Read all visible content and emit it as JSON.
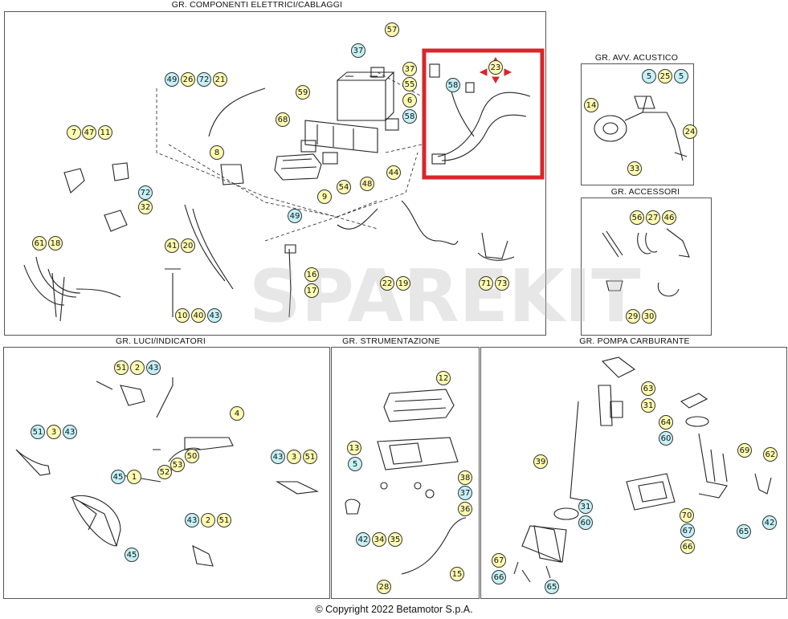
{
  "panels": {
    "electric": "GR. COMPONENTI ELETTRICI/CABLAGGI",
    "horn": "GR. AVV. ACUSTICO",
    "accessories": "GR. ACCESSORI",
    "fuelpump": "GR. POMPA CARBURANTE",
    "lights": "GR. LUCI/INDICATORI",
    "instruments": "GR. STRUMENTAZIONE"
  },
  "footer": "© Copyright 2022 Betamotor S.p.A.",
  "colors": {
    "yellow_badge": "#fffbb0",
    "cyan_badge": "#c5f1f6",
    "highlight": "#d8262b"
  },
  "callouts": {
    "electric": [
      {
        "id": "49",
        "t": "cyan"
      },
      {
        "id": "26",
        "t": "yellow"
      },
      {
        "id": "72",
        "t": "cyan"
      },
      {
        "id": "21",
        "t": "yellow"
      },
      {
        "id": "7",
        "t": "yellow"
      },
      {
        "id": "47",
        "t": "yellow"
      },
      {
        "id": "11",
        "t": "yellow"
      },
      {
        "id": "72",
        "t": "cyan"
      },
      {
        "id": "32",
        "t": "yellow"
      },
      {
        "id": "61",
        "t": "yellow"
      },
      {
        "id": "18",
        "t": "yellow"
      },
      {
        "id": "8",
        "t": "yellow"
      },
      {
        "id": "41",
        "t": "yellow"
      },
      {
        "id": "20",
        "t": "yellow"
      },
      {
        "id": "10",
        "t": "yellow"
      },
      {
        "id": "40",
        "t": "yellow"
      },
      {
        "id": "43",
        "t": "cyan"
      },
      {
        "id": "37",
        "t": "cyan"
      },
      {
        "id": "57",
        "t": "yellow"
      },
      {
        "id": "37",
        "t": "yellow"
      },
      {
        "id": "55",
        "t": "yellow"
      },
      {
        "id": "6",
        "t": "yellow"
      },
      {
        "id": "58",
        "t": "cyan"
      },
      {
        "id": "59",
        "t": "yellow"
      },
      {
        "id": "68",
        "t": "yellow"
      },
      {
        "id": "9",
        "t": "yellow"
      },
      {
        "id": "54",
        "t": "yellow"
      },
      {
        "id": "48",
        "t": "yellow"
      },
      {
        "id": "49",
        "t": "cyan"
      },
      {
        "id": "44",
        "t": "yellow"
      },
      {
        "id": "16",
        "t": "yellow"
      },
      {
        "id": "17",
        "t": "yellow"
      },
      {
        "id": "22",
        "t": "yellow"
      },
      {
        "id": "19",
        "t": "yellow"
      },
      {
        "id": "71",
        "t": "yellow"
      },
      {
        "id": "73",
        "t": "yellow"
      },
      {
        "id": "58",
        "t": "cyan"
      },
      {
        "id": "23",
        "t": "yellow"
      }
    ],
    "horn": [
      {
        "id": "5",
        "t": "cyan"
      },
      {
        "id": "25",
        "t": "yellow"
      },
      {
        "id": "5",
        "t": "cyan"
      },
      {
        "id": "14",
        "t": "yellow"
      },
      {
        "id": "24",
        "t": "yellow"
      },
      {
        "id": "33",
        "t": "yellow"
      }
    ],
    "accessories": [
      {
        "id": "56",
        "t": "yellow"
      },
      {
        "id": "27",
        "t": "yellow"
      },
      {
        "id": "46",
        "t": "yellow"
      },
      {
        "id": "29",
        "t": "yellow"
      },
      {
        "id": "30",
        "t": "yellow"
      }
    ],
    "lights": [
      {
        "id": "51",
        "t": "yellow"
      },
      {
        "id": "2",
        "t": "yellow"
      },
      {
        "id": "43",
        "t": "cyan"
      },
      {
        "id": "4",
        "t": "yellow"
      },
      {
        "id": "51",
        "t": "cyan"
      },
      {
        "id": "3",
        "t": "yellow"
      },
      {
        "id": "43",
        "t": "cyan"
      },
      {
        "id": "50",
        "t": "yellow"
      },
      {
        "id": "53",
        "t": "yellow"
      },
      {
        "id": "52",
        "t": "yellow"
      },
      {
        "id": "45",
        "t": "cyan"
      },
      {
        "id": "1",
        "t": "yellow"
      },
      {
        "id": "43",
        "t": "cyan"
      },
      {
        "id": "3",
        "t": "yellow"
      },
      {
        "id": "51",
        "t": "yellow"
      },
      {
        "id": "45",
        "t": "cyan"
      },
      {
        "id": "43",
        "t": "cyan"
      },
      {
        "id": "2",
        "t": "yellow"
      },
      {
        "id": "51",
        "t": "yellow"
      }
    ],
    "instruments": [
      {
        "id": "12",
        "t": "yellow"
      },
      {
        "id": "13",
        "t": "yellow"
      },
      {
        "id": "5",
        "t": "cyan"
      },
      {
        "id": "38",
        "t": "yellow"
      },
      {
        "id": "37",
        "t": "cyan"
      },
      {
        "id": "36",
        "t": "yellow"
      },
      {
        "id": "42",
        "t": "cyan"
      },
      {
        "id": "34",
        "t": "yellow"
      },
      {
        "id": "35",
        "t": "yellow"
      },
      {
        "id": "15",
        "t": "yellow"
      },
      {
        "id": "28",
        "t": "yellow"
      }
    ],
    "fuelpump": [
      {
        "id": "63",
        "t": "yellow"
      },
      {
        "id": "31",
        "t": "yellow"
      },
      {
        "id": "64",
        "t": "yellow"
      },
      {
        "id": "60",
        "t": "cyan"
      },
      {
        "id": "39",
        "t": "yellow"
      },
      {
        "id": "69",
        "t": "yellow"
      },
      {
        "id": "62",
        "t": "yellow"
      },
      {
        "id": "31",
        "t": "cyan"
      },
      {
        "id": "60",
        "t": "cyan"
      },
      {
        "id": "70",
        "t": "yellow"
      },
      {
        "id": "67",
        "t": "cyan"
      },
      {
        "id": "66",
        "t": "yellow"
      },
      {
        "id": "65",
        "t": "cyan"
      },
      {
        "id": "42",
        "t": "cyan"
      },
      {
        "id": "67",
        "t": "yellow"
      },
      {
        "id": "66",
        "t": "cyan"
      },
      {
        "id": "65",
        "t": "cyan"
      }
    ]
  }
}
